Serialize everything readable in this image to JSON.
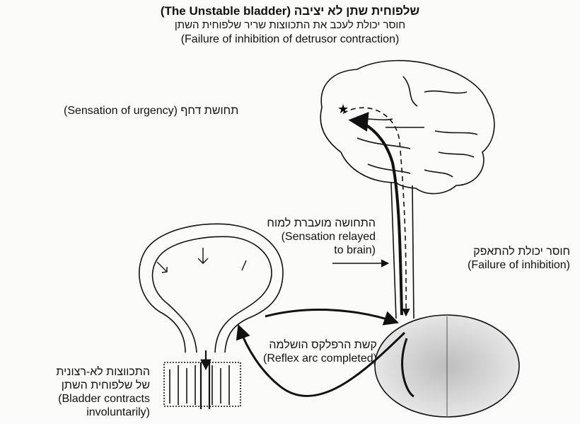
{
  "title": {
    "line1": "שלפוחית שתן לא יציבה (The Unstable bladder)",
    "line2": "חוסר יכולת לעכב את התכווצות שריר שלפוחית השתן",
    "line3": "(Failure of inhibition of detrusor contraction)"
  },
  "labels": {
    "urgency": "תחושת דחף (Sensation of urgency)",
    "relayed_he": "התחושה מועברת למוח",
    "relayed_en_1": "(Sensation relayed",
    "relayed_en_2": "to brain)",
    "failure_he": "חוסר יכולת להתאפק",
    "failure_en": "(Failure of inhibition)",
    "reflex_he": "קשת הרפלקס הושלמה",
    "reflex_en": "(Reflex arc completed)",
    "contracts_he_1": "התכווצות לא-רצונית",
    "contracts_he_2": "של שלפוחית השתן",
    "contracts_en_1": "(Bladder contracts",
    "contracts_en_2": "involuntarily)"
  }
}
